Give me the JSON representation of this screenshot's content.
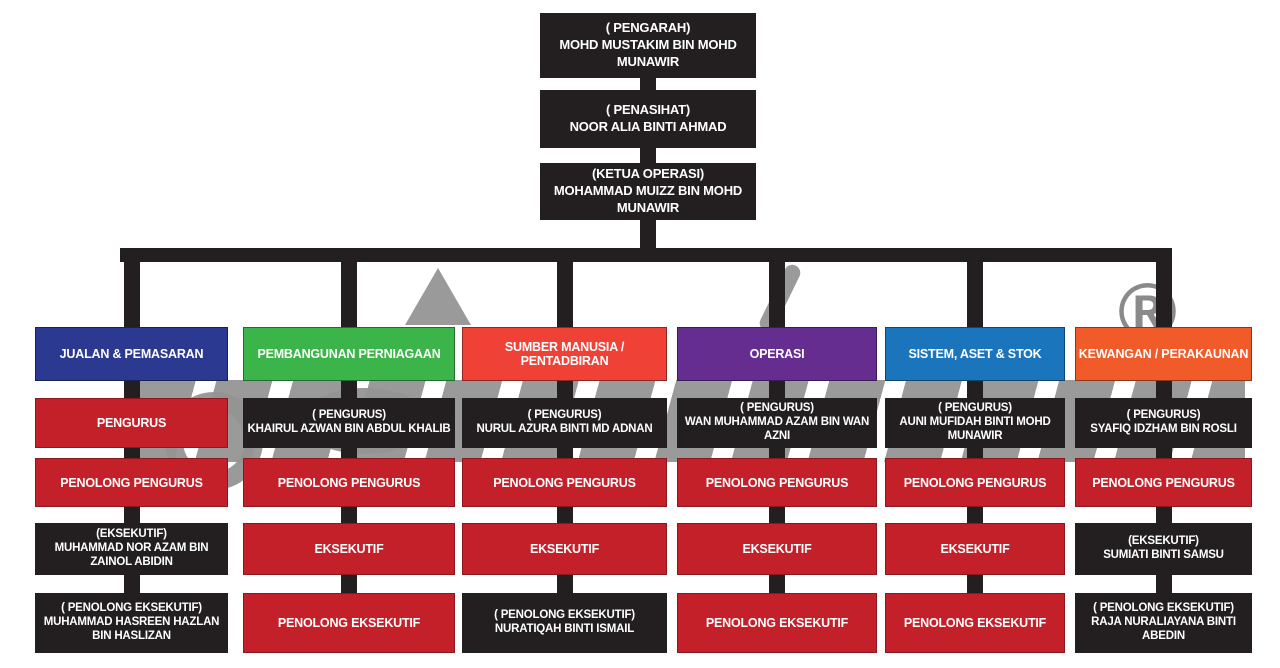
{
  "top_nodes": [
    {
      "role": "( PENGARAH)",
      "name": "MOHD MUSTAKIM BIN MOHD MUNAWIR"
    },
    {
      "role": "( PENASIHAT)",
      "name": "NOOR ALIA BINTI AHMAD"
    },
    {
      "role": "(KETUA OPERASI)",
      "name": "MOHAMMAD MUIZZ BIN MOHD MUNAWIR"
    }
  ],
  "departments": [
    {
      "label": "JUALAN & PEMASARAN",
      "color": "#2b3990",
      "rows": [
        {
          "style": "red",
          "text": "PENGURUS"
        },
        {
          "style": "red",
          "text": "PENOLONG PENGURUS"
        },
        {
          "style": "black",
          "role": "(EKSEKUTIF)",
          "name": "MUHAMMAD NOR AZAM BIN ZAINOL ABIDIN"
        },
        {
          "style": "black",
          "role": "( PENOLONG EKSEKUTIF)",
          "name": "MUHAMMAD HASREEN HAZLAN BIN HASLIZAN"
        }
      ]
    },
    {
      "label": "PEMBANGUNAN PERNIAGAAN",
      "color": "#3bb54a",
      "rows": [
        {
          "style": "black",
          "role": "( PENGURUS)",
          "name": "KHAIRUL AZWAN BIN ABDUL KHALIB"
        },
        {
          "style": "red",
          "text": "PENOLONG PENGURUS"
        },
        {
          "style": "red",
          "text": "EKSEKUTIF"
        },
        {
          "style": "red",
          "text": "PENOLONG EKSEKUTIF"
        }
      ]
    },
    {
      "label": "SUMBER MANUSIA / PENTADBIRAN",
      "color": "#ef4136",
      "rows": [
        {
          "style": "black",
          "role": "( PENGURUS)",
          "name": "NURUL AZURA BINTI MD ADNAN"
        },
        {
          "style": "red",
          "text": "PENOLONG PENGURUS"
        },
        {
          "style": "red",
          "text": "EKSEKUTIF"
        },
        {
          "style": "black",
          "role": "( PENOLONG EKSEKUTIF)",
          "name": "NURATIQAH BINTI ISMAIL"
        }
      ]
    },
    {
      "label": "OPERASI",
      "color": "#662d91",
      "rows": [
        {
          "style": "black",
          "role": "( PENGURUS)",
          "name": "WAN MUHAMMAD AZAM BIN WAN AZNI"
        },
        {
          "style": "red",
          "text": "PENOLONG PENGURUS"
        },
        {
          "style": "red",
          "text": "EKSEKUTIF"
        },
        {
          "style": "red",
          "text": "PENOLONG EKSEKUTIF"
        }
      ]
    },
    {
      "label": "SISTEM, ASET & STOK",
      "color": "#1b75bc",
      "rows": [
        {
          "style": "black",
          "role": "( PENGURUS)",
          "name": "AUNI MUFIDAH BINTI MOHD MUNAWIR"
        },
        {
          "style": "red",
          "text": "PENOLONG PENGURUS"
        },
        {
          "style": "red",
          "text": "EKSEKUTIF"
        },
        {
          "style": "red",
          "text": "PENOLONG EKSEKUTIF"
        }
      ]
    },
    {
      "label": "KEWANGAN / PERAKAUNAN",
      "color": "#f15a29",
      "rows": [
        {
          "style": "black",
          "role": "( PENGURUS)",
          "name": "SYAFIQ IDZHAM BIN ROSLI"
        },
        {
          "style": "red",
          "text": "PENOLONG PENGURUS"
        },
        {
          "style": "black",
          "role": "(EKSEKUTIF)",
          "name": "SUMIATI BINTI SAMSU"
        },
        {
          "style": "black",
          "role": "( PENOLONG EKSEKUTIF)",
          "name": "RAJA NURALIAYANA BINTI ABEDIN"
        }
      ]
    }
  ],
  "watermark": {
    "registered_symbol": "®",
    "color": "#8a8a8a"
  },
  "colors": {
    "box_black": "#231f20",
    "box_red": "#c4202a",
    "connector": "#231f20",
    "background": "#ffffff"
  }
}
